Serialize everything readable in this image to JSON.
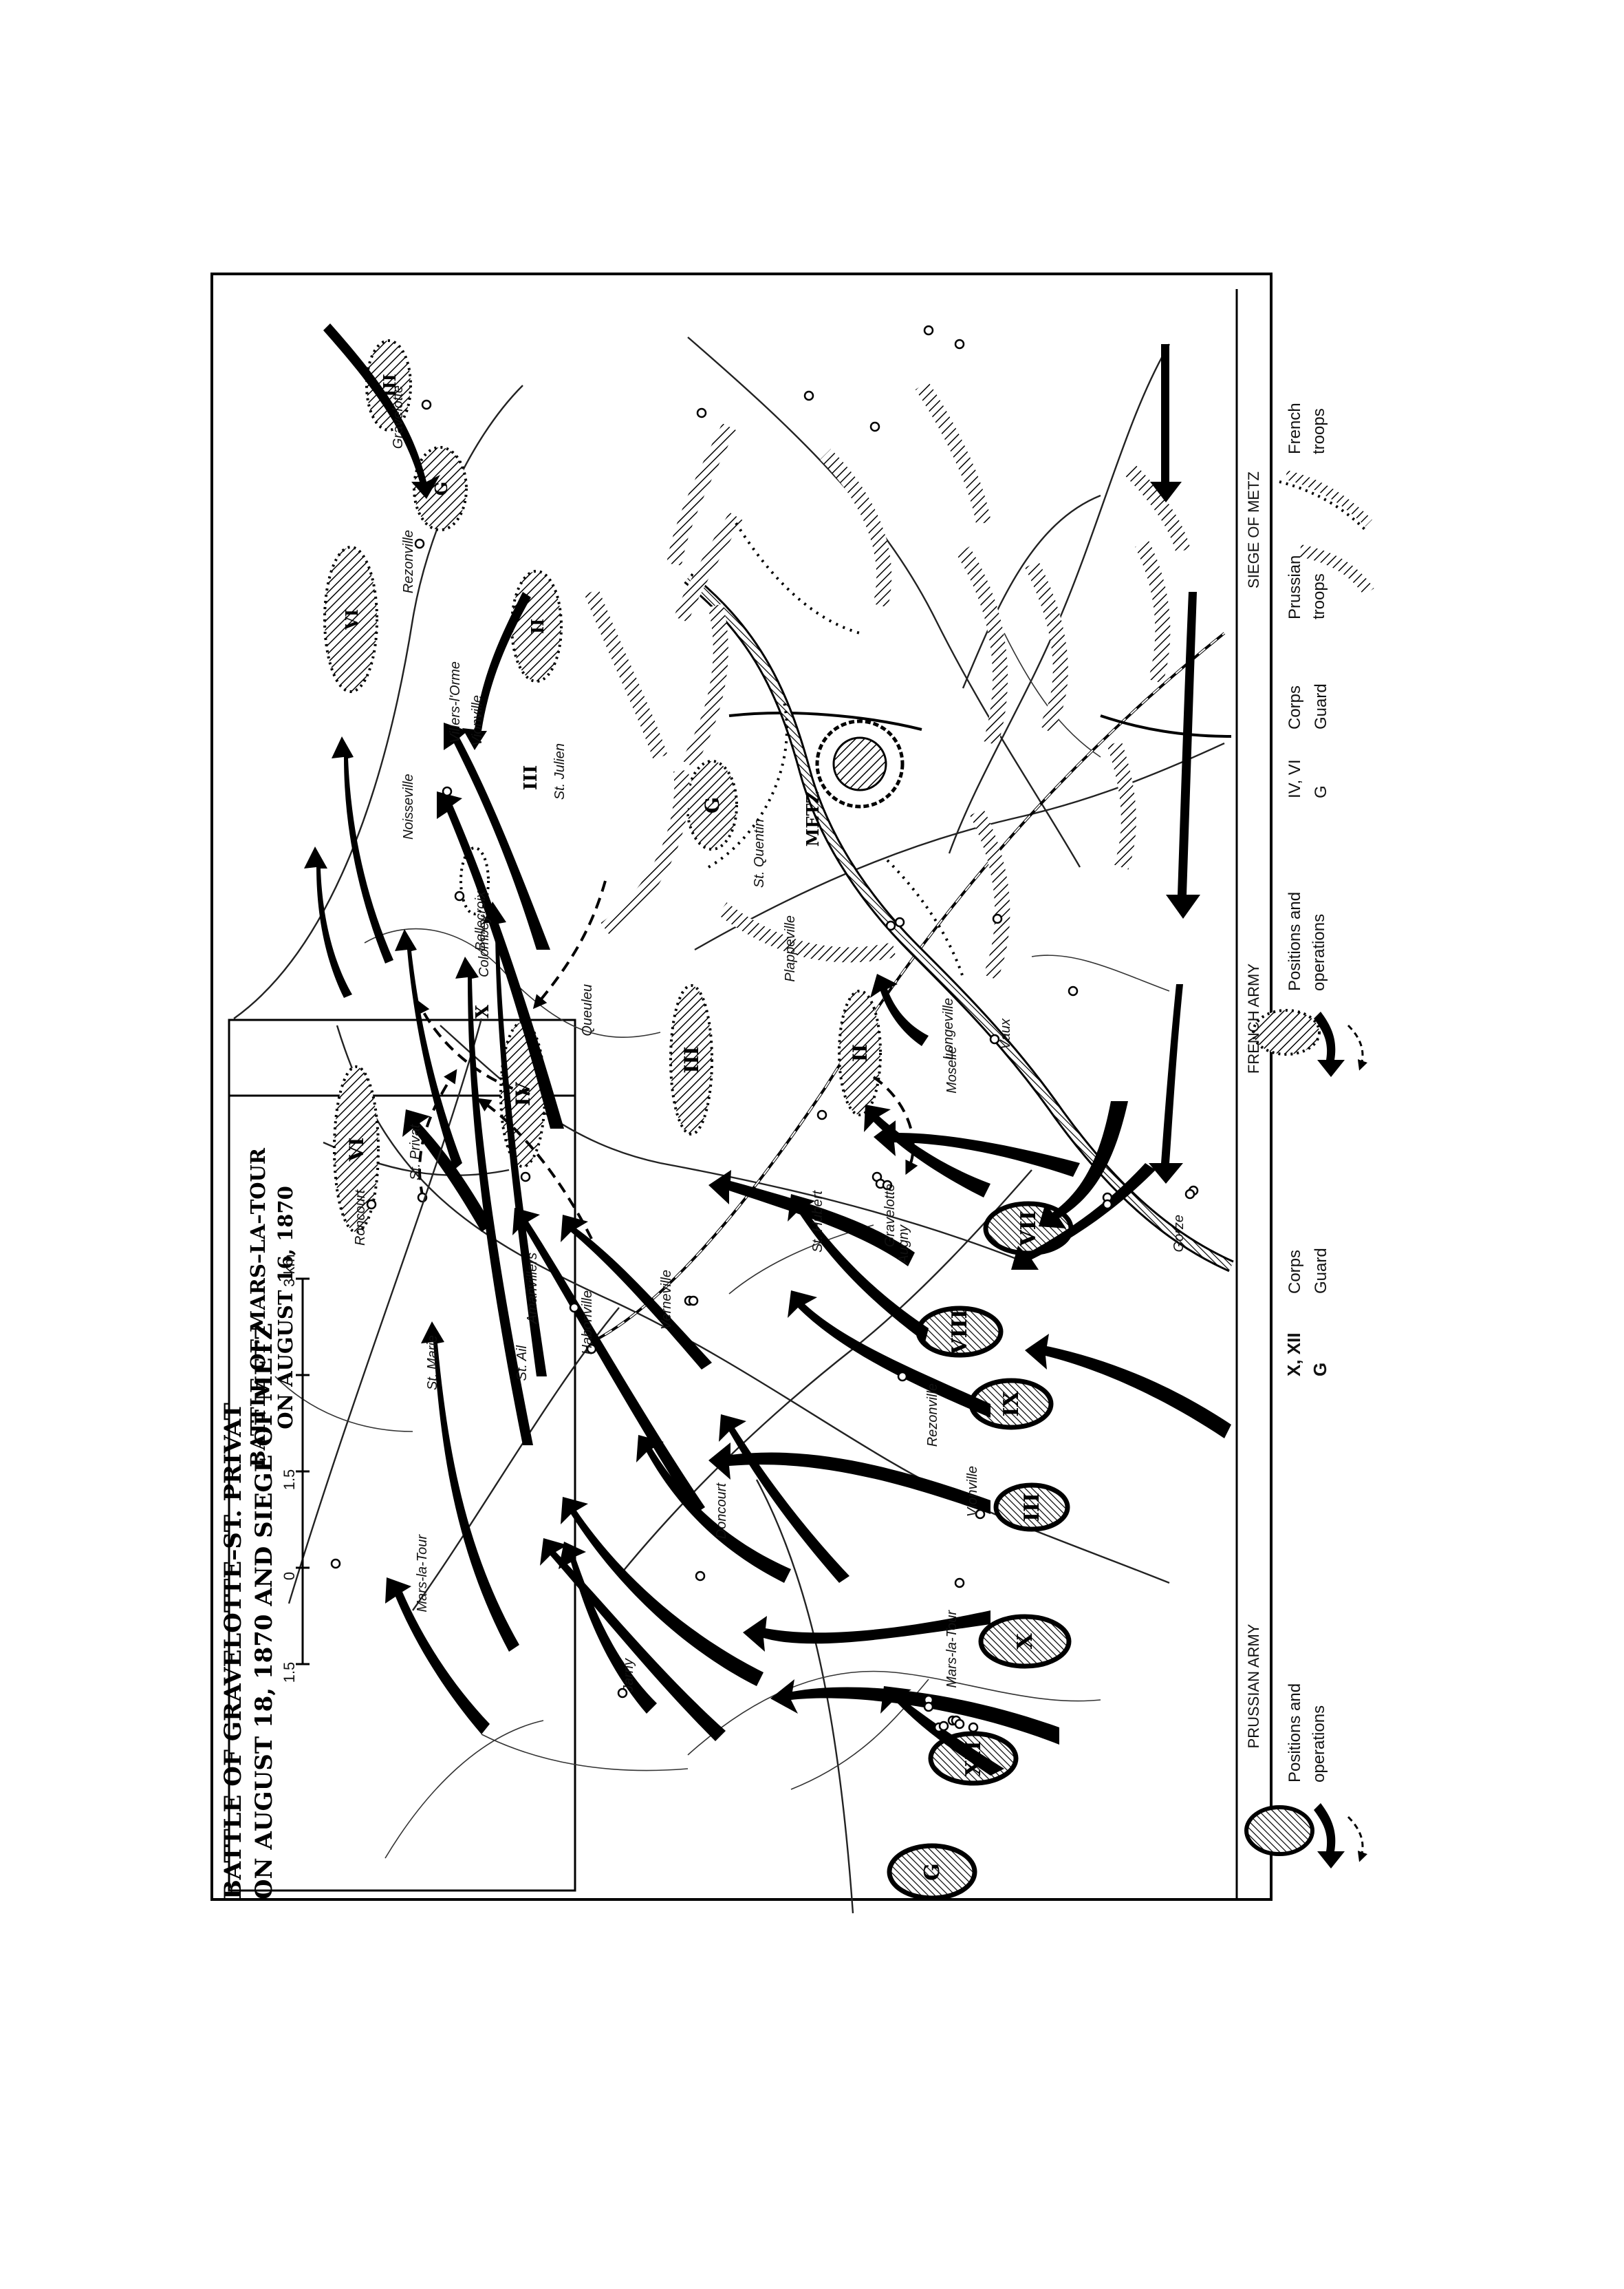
{
  "main_map": {
    "title_line1": "BATTLE OF GRAVELOTTE–ST. PRIVAT",
    "title_line2": "ON AUGUST 18, 1870 AND SIEGE OF METZ",
    "scale": {
      "unit": "3 km",
      "ticks": [
        "1.5",
        "0",
        "1.5"
      ]
    },
    "places": {
      "roncourt": "Roncourt",
      "st_privat": "St. Privat",
      "st_marie": "St. Marie",
      "st_ail": "St. Ail",
      "amanvillers": "Amanvillers",
      "habonville": "Habonville",
      "verneville": "Verneville",
      "st_hubert": "St. Hubert",
      "gravelotte": "Gravelotte",
      "longeville": "Longeville",
      "vaux": "Vaux",
      "rezonville": "Rezonville",
      "vionville": "Vionville",
      "gorze": "Gorze",
      "doncourt": "Doncourt",
      "mars_la_tour": "Mars-la-Tour",
      "jarny": "Jarny",
      "plappeville": "Plappeville",
      "st_quentin": "St. Quentin",
      "metz": "METZ",
      "st_julien": "St. Julien",
      "villers_orme": "Villers-l'Orme",
      "noisseville": "Noisseville",
      "bellecroix": "Bellecroix",
      "colombey": "Colombey",
      "queuleu": "Queuleu",
      "augny": "Augny",
      "moselle": "Moselle"
    },
    "french_corps": {
      "vi": "VI",
      "iv": "IV",
      "iii": "III",
      "ii": "II",
      "g": "G"
    },
    "prussian_corps": {
      "vii": "VII",
      "viii": "VIII",
      "ix": "IX",
      "iii": "III",
      "x": "X",
      "xii": "XII",
      "g": "G"
    }
  },
  "inset_map": {
    "title_line1": "BATTLE OF MARS–LA–TOUR",
    "title_line2": "ON AUGUST 16, 1870",
    "places": {
      "gravelotte": "Gravelotte",
      "rezonville": "Rezonville",
      "vionville": "Vionville",
      "mars_la_tour": "Mars-la-Tour"
    },
    "french_corps": {
      "iii": "III",
      "g": "G",
      "vi": "VI",
      "ii": "II"
    },
    "prussian_corps": {
      "iii": "III",
      "x": "X"
    }
  },
  "legend": {
    "prussian_heading": "PRUSSIAN ARMY",
    "prussian_pos_1": "Positions and",
    "prussian_pos_2": "operations",
    "prussian_corps_key": "X, XII",
    "prussian_corps_val": "Corps",
    "prussian_guard_key": "G",
    "prussian_guard_val": "Guard",
    "french_heading": "FRENCH ARMY",
    "french_pos_1": "Positions and",
    "french_pos_2": "operations",
    "french_corps_key": "IV, VI",
    "french_corps_val": "Corps",
    "french_guard_key": "G",
    "french_guard_val": "Guard",
    "siege_heading": "SIEGE OF METZ",
    "siege_prussian_1": "Prussian",
    "siege_prussian_2": "troops",
    "siege_french_1": "French",
    "siege_french_2": "troops"
  }
}
